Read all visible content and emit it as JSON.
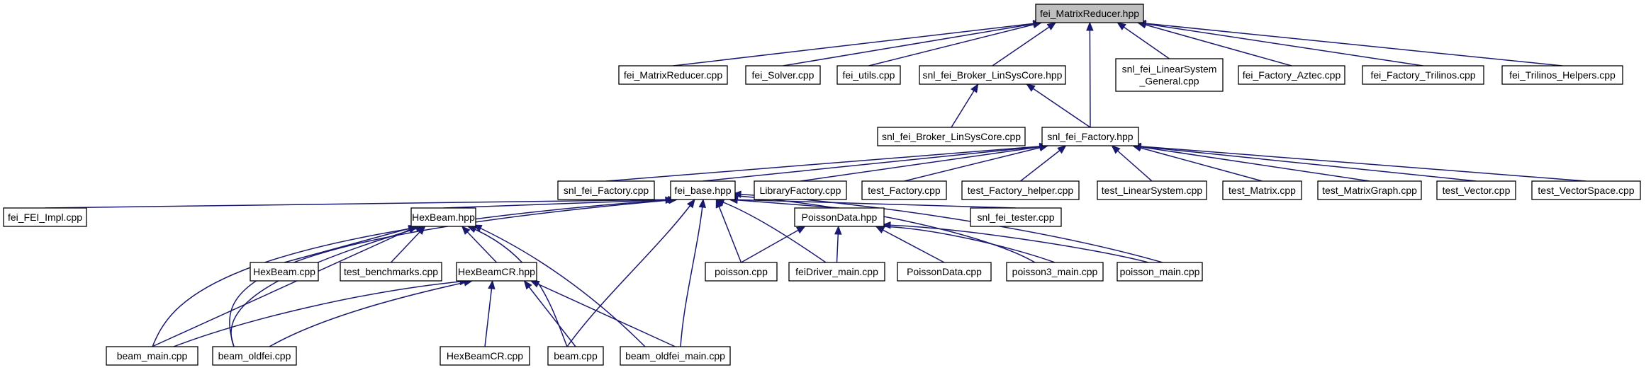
{
  "nodes": [
    {
      "id": "n0",
      "lines": [
        "fei_MatrixReducer.hpp"
      ],
      "root": true
    },
    {
      "id": "n1",
      "lines": [
        "fei_MatrixReducer.cpp"
      ]
    },
    {
      "id": "n2",
      "lines": [
        "fei_Solver.cpp"
      ]
    },
    {
      "id": "n3",
      "lines": [
        "fei_utils.cpp"
      ]
    },
    {
      "id": "n4",
      "lines": [
        "snl_fei_Broker_LinSysCore.hpp"
      ]
    },
    {
      "id": "n5",
      "lines": [
        "snl_fei_LinearSystem",
        "_General.cpp"
      ]
    },
    {
      "id": "n6",
      "lines": [
        "fei_Factory_Aztec.cpp"
      ]
    },
    {
      "id": "n7",
      "lines": [
        "fei_Factory_Trilinos.cpp"
      ]
    },
    {
      "id": "n8",
      "lines": [
        "fei_Trilinos_Helpers.cpp"
      ]
    },
    {
      "id": "n9",
      "lines": [
        "snl_fei_Broker_LinSysCore.cpp"
      ]
    },
    {
      "id": "n10",
      "lines": [
        "snl_fei_Factory.hpp"
      ]
    },
    {
      "id": "n11",
      "lines": [
        "snl_fei_Factory.cpp"
      ]
    },
    {
      "id": "n12",
      "lines": [
        "fei_base.hpp"
      ]
    },
    {
      "id": "n13",
      "lines": [
        "LibraryFactory.cpp"
      ]
    },
    {
      "id": "n14",
      "lines": [
        "test_Factory.cpp"
      ]
    },
    {
      "id": "n15",
      "lines": [
        "test_Factory_helper.cpp"
      ]
    },
    {
      "id": "n16",
      "lines": [
        "test_LinearSystem.cpp"
      ]
    },
    {
      "id": "n17",
      "lines": [
        "test_Matrix.cpp"
      ]
    },
    {
      "id": "n18",
      "lines": [
        "test_MatrixGraph.cpp"
      ]
    },
    {
      "id": "n19",
      "lines": [
        "test_Vector.cpp"
      ]
    },
    {
      "id": "n20",
      "lines": [
        "test_VectorSpace.cpp"
      ]
    },
    {
      "id": "n21",
      "lines": [
        "fei_FEI_Impl.cpp"
      ]
    },
    {
      "id": "n22",
      "lines": [
        "HexBeam.hpp"
      ]
    },
    {
      "id": "n23",
      "lines": [
        "PoissonData.hpp"
      ]
    },
    {
      "id": "n24",
      "lines": [
        "snl_fei_tester.cpp"
      ]
    },
    {
      "id": "n25",
      "lines": [
        "HexBeam.cpp"
      ]
    },
    {
      "id": "n26",
      "lines": [
        "test_benchmarks.cpp"
      ]
    },
    {
      "id": "n27",
      "lines": [
        "HexBeamCR.hpp"
      ]
    },
    {
      "id": "n28",
      "lines": [
        "poisson.cpp"
      ]
    },
    {
      "id": "n29",
      "lines": [
        "feiDriver_main.cpp"
      ]
    },
    {
      "id": "n30",
      "lines": [
        "PoissonData.cpp"
      ]
    },
    {
      "id": "n31",
      "lines": [
        "poisson3_main.cpp"
      ]
    },
    {
      "id": "n32",
      "lines": [
        "poisson_main.cpp"
      ]
    },
    {
      "id": "n33",
      "lines": [
        "beam_main.cpp"
      ]
    },
    {
      "id": "n34",
      "lines": [
        "beam_oldfei.cpp"
      ]
    },
    {
      "id": "n35",
      "lines": [
        "HexBeamCR.cpp"
      ]
    },
    {
      "id": "n36",
      "lines": [
        "beam.cpp"
      ]
    },
    {
      "id": "n37",
      "lines": [
        "beam_oldfei_main.cpp"
      ]
    }
  ],
  "edges": [
    {
      "from": "n1",
      "to": "n0"
    },
    {
      "from": "n2",
      "to": "n0"
    },
    {
      "from": "n3",
      "to": "n0"
    },
    {
      "from": "n4",
      "to": "n0"
    },
    {
      "from": "n5",
      "to": "n0"
    },
    {
      "from": "n6",
      "to": "n0"
    },
    {
      "from": "n7",
      "to": "n0"
    },
    {
      "from": "n8",
      "to": "n0"
    },
    {
      "from": "n10",
      "to": "n0"
    },
    {
      "from": "n9",
      "to": "n4"
    },
    {
      "from": "n10",
      "to": "n4"
    },
    {
      "from": "n11",
      "to": "n10"
    },
    {
      "from": "n12",
      "to": "n10"
    },
    {
      "from": "n13",
      "to": "n10"
    },
    {
      "from": "n14",
      "to": "n10"
    },
    {
      "from": "n15",
      "to": "n10"
    },
    {
      "from": "n16",
      "to": "n10"
    },
    {
      "from": "n17",
      "to": "n10"
    },
    {
      "from": "n18",
      "to": "n10"
    },
    {
      "from": "n19",
      "to": "n10"
    },
    {
      "from": "n20",
      "to": "n10"
    },
    {
      "from": "n21",
      "to": "n12"
    },
    {
      "from": "n22",
      "to": "n12"
    },
    {
      "from": "n23",
      "to": "n12"
    },
    {
      "from": "n24",
      "to": "n12"
    },
    {
      "from": "n28",
      "to": "n12"
    },
    {
      "from": "n29",
      "to": "n12"
    },
    {
      "from": "n31",
      "to": "n12"
    },
    {
      "from": "n32",
      "to": "n12"
    },
    {
      "from": "n33",
      "to": "n12"
    },
    {
      "from": "n34",
      "to": "n12"
    },
    {
      "from": "n36",
      "to": "n12"
    },
    {
      "from": "n37",
      "to": "n12"
    },
    {
      "from": "n25",
      "to": "n22"
    },
    {
      "from": "n26",
      "to": "n22"
    },
    {
      "from": "n27",
      "to": "n22"
    },
    {
      "from": "n33",
      "to": "n22"
    },
    {
      "from": "n34",
      "to": "n22"
    },
    {
      "from": "n36",
      "to": "n22"
    },
    {
      "from": "n37",
      "to": "n22"
    },
    {
      "from": "n28",
      "to": "n23"
    },
    {
      "from": "n29",
      "to": "n23"
    },
    {
      "from": "n30",
      "to": "n23"
    },
    {
      "from": "n31",
      "to": "n23"
    },
    {
      "from": "n32",
      "to": "n23"
    },
    {
      "from": "n33",
      "to": "n27"
    },
    {
      "from": "n34",
      "to": "n27"
    },
    {
      "from": "n35",
      "to": "n27"
    },
    {
      "from": "n36",
      "to": "n27"
    },
    {
      "from": "n37",
      "to": "n27"
    }
  ],
  "colors": {
    "edge": "#191970",
    "root_fill": "#bfbfbf",
    "node_fill": "#ffffff",
    "border": "#000000"
  }
}
